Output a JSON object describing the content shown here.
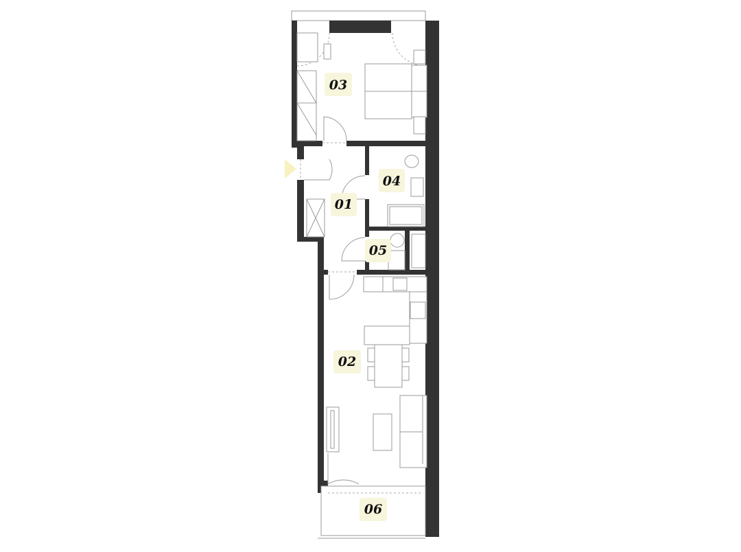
{
  "plan": {
    "colors": {
      "wall": "#333333",
      "label_background": "#f7f5dc",
      "entrance_marker": "#f7f2c0"
    },
    "rooms": [
      {
        "id": "03",
        "label": "03"
      },
      {
        "id": "04",
        "label": "04"
      },
      {
        "id": "01",
        "label": "01"
      },
      {
        "id": "05",
        "label": "05"
      },
      {
        "id": "02",
        "label": "02"
      },
      {
        "id": "06",
        "label": "06"
      }
    ],
    "entrance_icon": "triangle-arrow"
  }
}
